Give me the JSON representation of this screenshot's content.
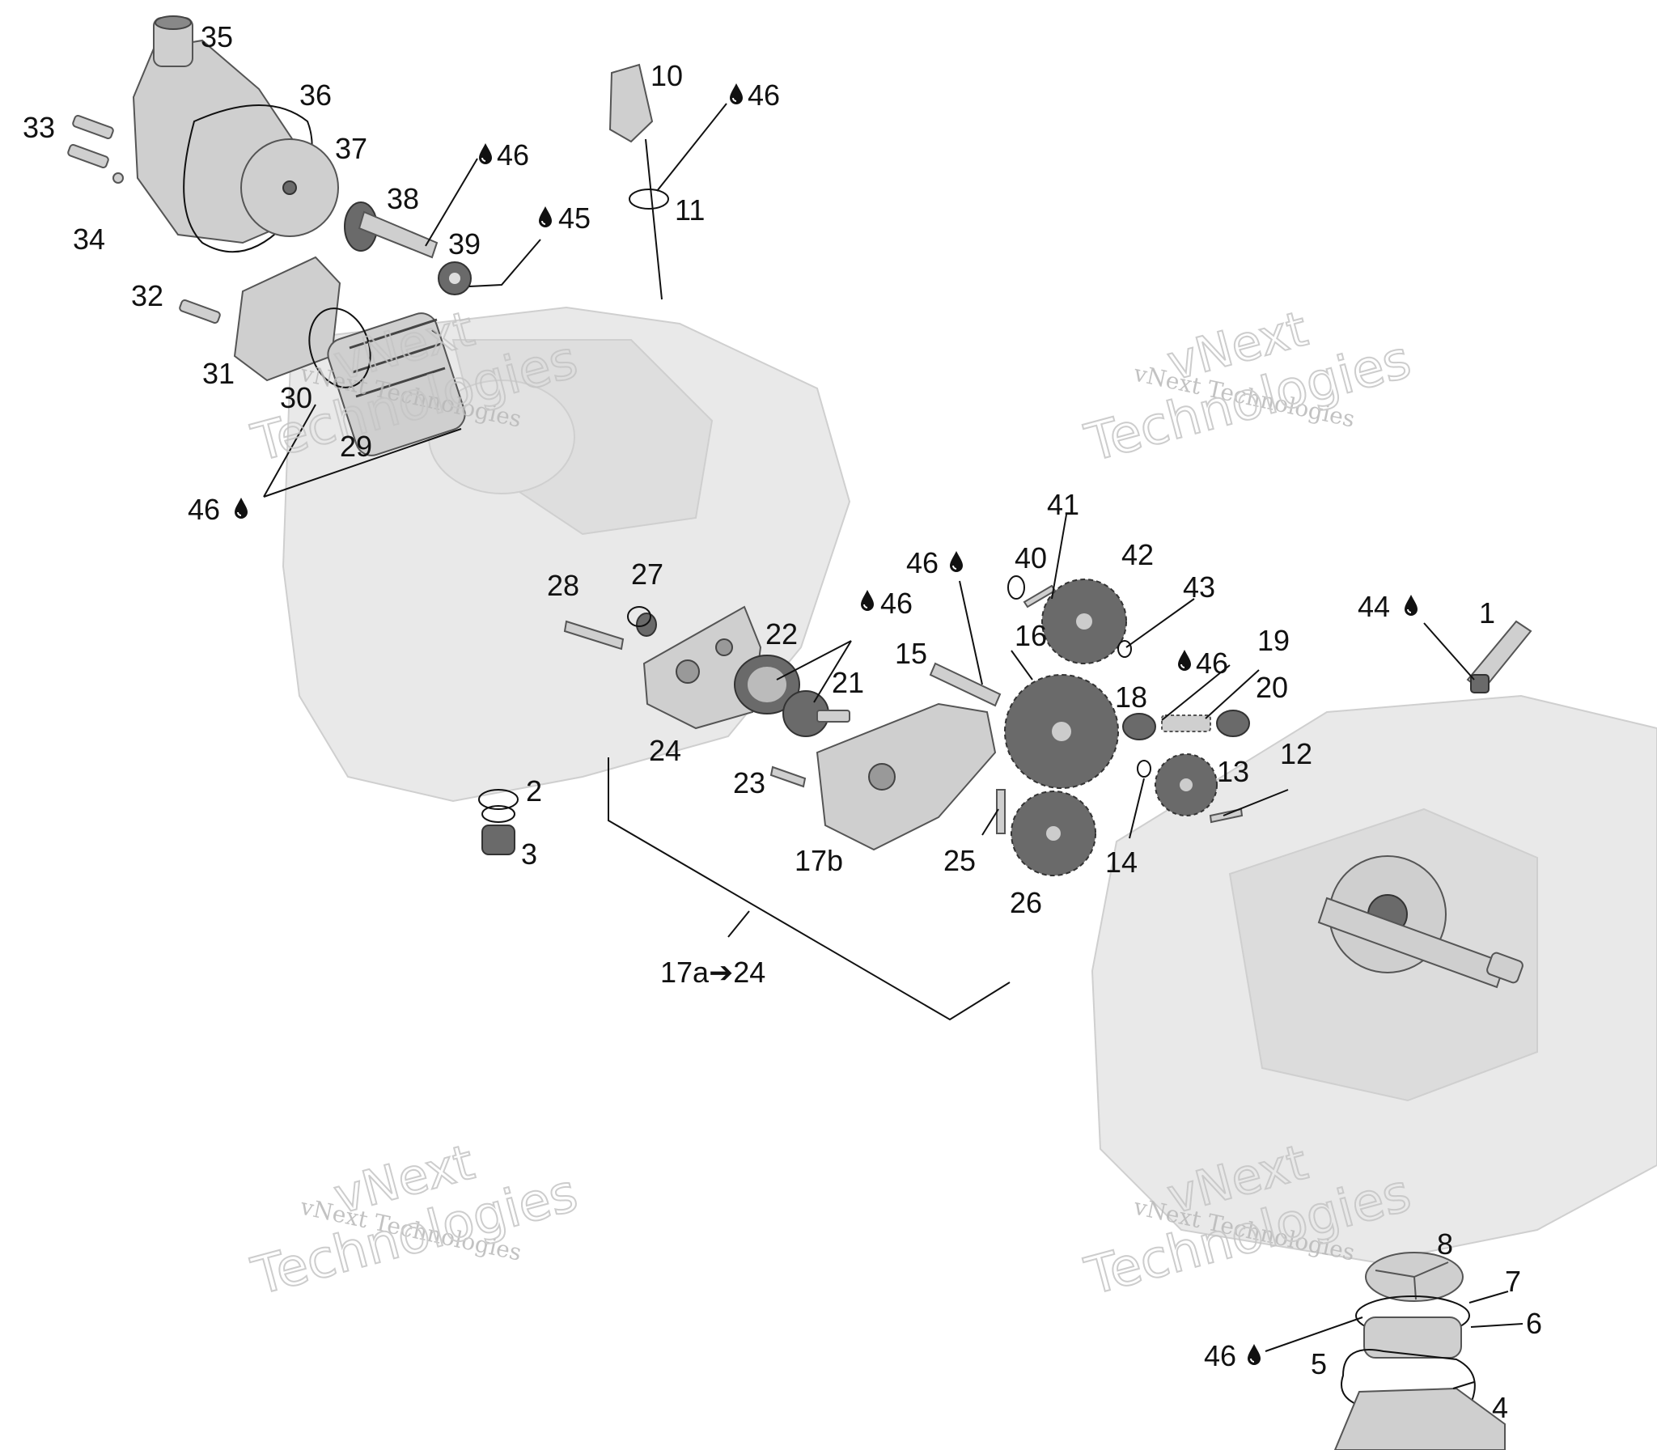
{
  "labels": [
    {
      "id": "l35",
      "text": "35"
    },
    {
      "id": "l36",
      "text": "36"
    },
    {
      "id": "l37",
      "text": "37"
    },
    {
      "id": "l33",
      "text": "33"
    },
    {
      "id": "l34",
      "text": "34"
    },
    {
      "id": "l38",
      "text": "38"
    },
    {
      "id": "l46a",
      "text": "46"
    },
    {
      "id": "l10",
      "text": "10"
    },
    {
      "id": "l46b",
      "text": "46"
    },
    {
      "id": "l11",
      "text": "11"
    },
    {
      "id": "l39",
      "text": "39"
    },
    {
      "id": "l45",
      "text": "45"
    },
    {
      "id": "l32",
      "text": "32"
    },
    {
      "id": "l31",
      "text": "31"
    },
    {
      "id": "l30",
      "text": "30"
    },
    {
      "id": "l29",
      "text": "29"
    },
    {
      "id": "l46c",
      "text": "46"
    },
    {
      "id": "l41",
      "text": "41"
    },
    {
      "id": "l40",
      "text": "40"
    },
    {
      "id": "l42",
      "text": "42"
    },
    {
      "id": "l46d",
      "text": "46"
    },
    {
      "id": "l43",
      "text": "43"
    },
    {
      "id": "l28",
      "text": "28"
    },
    {
      "id": "l27",
      "text": "27"
    },
    {
      "id": "l46e",
      "text": "46"
    },
    {
      "id": "l22",
      "text": "22"
    },
    {
      "id": "l16",
      "text": "16"
    },
    {
      "id": "l15",
      "text": "15"
    },
    {
      "id": "l46f",
      "text": "46"
    },
    {
      "id": "l19",
      "text": "19"
    },
    {
      "id": "l44",
      "text": "44"
    },
    {
      "id": "l1",
      "text": "1"
    },
    {
      "id": "l21",
      "text": "21"
    },
    {
      "id": "l20",
      "text": "20"
    },
    {
      "id": "l18",
      "text": "18"
    },
    {
      "id": "l24",
      "text": "24"
    },
    {
      "id": "l12",
      "text": "12"
    },
    {
      "id": "l13",
      "text": "13"
    },
    {
      "id": "l23",
      "text": "23"
    },
    {
      "id": "l2",
      "text": "2"
    },
    {
      "id": "l3",
      "text": "3"
    },
    {
      "id": "l17b",
      "text": "17b"
    },
    {
      "id": "l25",
      "text": "25"
    },
    {
      "id": "l14",
      "text": "14"
    },
    {
      "id": "l26",
      "text": "26"
    },
    {
      "id": "l17a",
      "text": "17a➔24"
    },
    {
      "id": "l8",
      "text": "8"
    },
    {
      "id": "l7",
      "text": "7"
    },
    {
      "id": "l6",
      "text": "6"
    },
    {
      "id": "l46g",
      "text": "46"
    },
    {
      "id": "l5",
      "text": "5"
    },
    {
      "id": "l4",
      "text": "4"
    }
  ],
  "watermark": {
    "line1": "vNext",
    "line2": "vNext Technologies",
    "line3": "Technologies"
  },
  "icons": {
    "lubricant": "oil-drop-icon"
  }
}
